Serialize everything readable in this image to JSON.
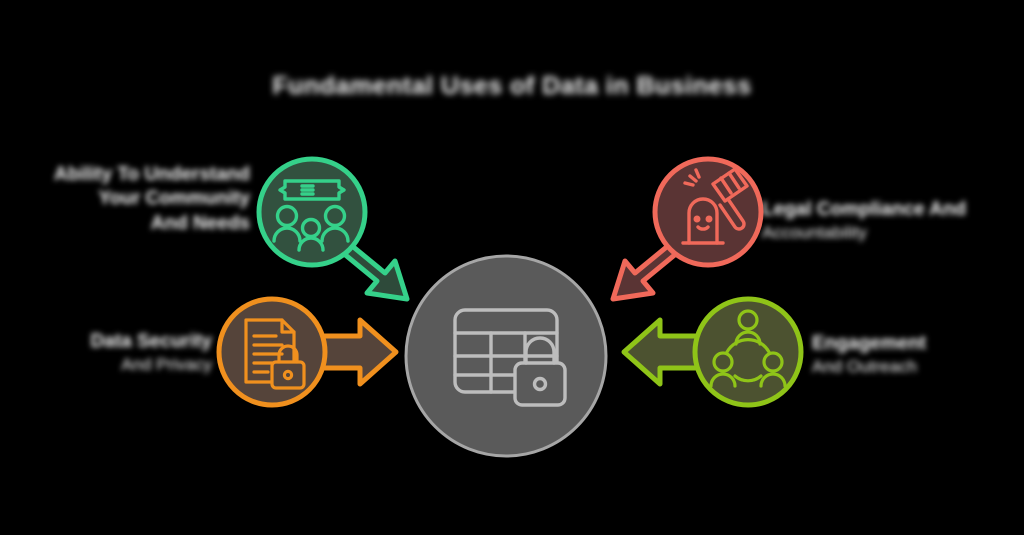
{
  "diagram": {
    "title": "Fundamental Uses of Data in Business",
    "background_color": "#000000",
    "center": {
      "name": "secured-data-hub",
      "icon": "table-lock-icon",
      "fill_color": "#5a5a5a",
      "stroke_color": "#a6a6a6",
      "diameter": 200
    },
    "nodes": [
      {
        "id": "green",
        "position": "top-left",
        "icon": "money-people-icon",
        "stroke_color": "#35d18a",
        "fill_color": "#32513f",
        "arrow_direction": "down-right",
        "label_lines": [
          "Ability To Understand",
          "Your Community",
          "And Needs"
        ]
      },
      {
        "id": "red",
        "position": "top-right",
        "icon": "gavel-auction-icon",
        "stroke_color": "#f0695a",
        "fill_color": "#5a3434",
        "arrow_direction": "down-left",
        "label_lines": [
          "Legal Compliance And",
          "Accountability"
        ]
      },
      {
        "id": "orange",
        "position": "bottom-left",
        "icon": "document-lock-icon",
        "stroke_color": "#f0901e",
        "fill_color": "#55443a",
        "arrow_direction": "right",
        "label_lines": [
          "Data Security",
          "And Privacy"
        ]
      },
      {
        "id": "lime",
        "position": "bottom-right",
        "icon": "people-network-icon",
        "stroke_color": "#8fc418",
        "fill_color": "#4c5230",
        "arrow_direction": "left",
        "label_lines": [
          "Engagement",
          "And Outreach"
        ]
      }
    ]
  }
}
